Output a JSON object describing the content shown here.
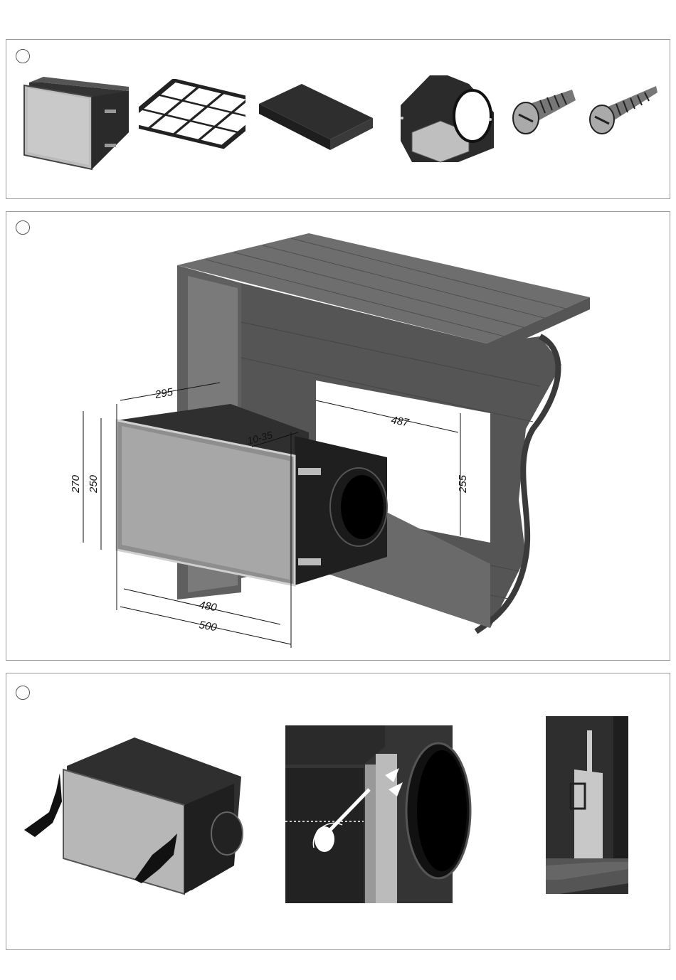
{
  "colors": {
    "frame": "#9a9a9a",
    "metal_dark": "#2e2e2e",
    "metal_mid": "#5a5a5a",
    "panel_light": "#bdbdbd",
    "wood": "#6b6b6b",
    "wood_dark": "#4a4a4a"
  },
  "panel1": {
    "icon": "step-circle-icon",
    "parts": [
      {
        "name": "cassette-box",
        "icon": "cassette-box-icon"
      },
      {
        "name": "grease-filter-grid",
        "icon": "grid-filter-icon"
      },
      {
        "name": "carbon-filter",
        "icon": "carbon-filter-icon"
      },
      {
        "name": "duct-connector",
        "icon": "duct-connector-icon"
      },
      {
        "name": "screw-short",
        "icon": "screw-icon"
      },
      {
        "name": "screw-long",
        "icon": "screw-icon"
      }
    ]
  },
  "panel2": {
    "icon": "step-circle-icon",
    "dimensions": {
      "depth_left": "295",
      "gap": "10-35",
      "cutout_width": "487",
      "cutout_height": "255",
      "outer_height": "270",
      "inner_height": "250",
      "inner_width": "480",
      "outer_width": "500"
    }
  },
  "panel3": {
    "icon": "step-circle-icon",
    "figures": [
      "insert-cassette-hands",
      "screw-fixing-detail",
      "bracket-detail"
    ]
  }
}
